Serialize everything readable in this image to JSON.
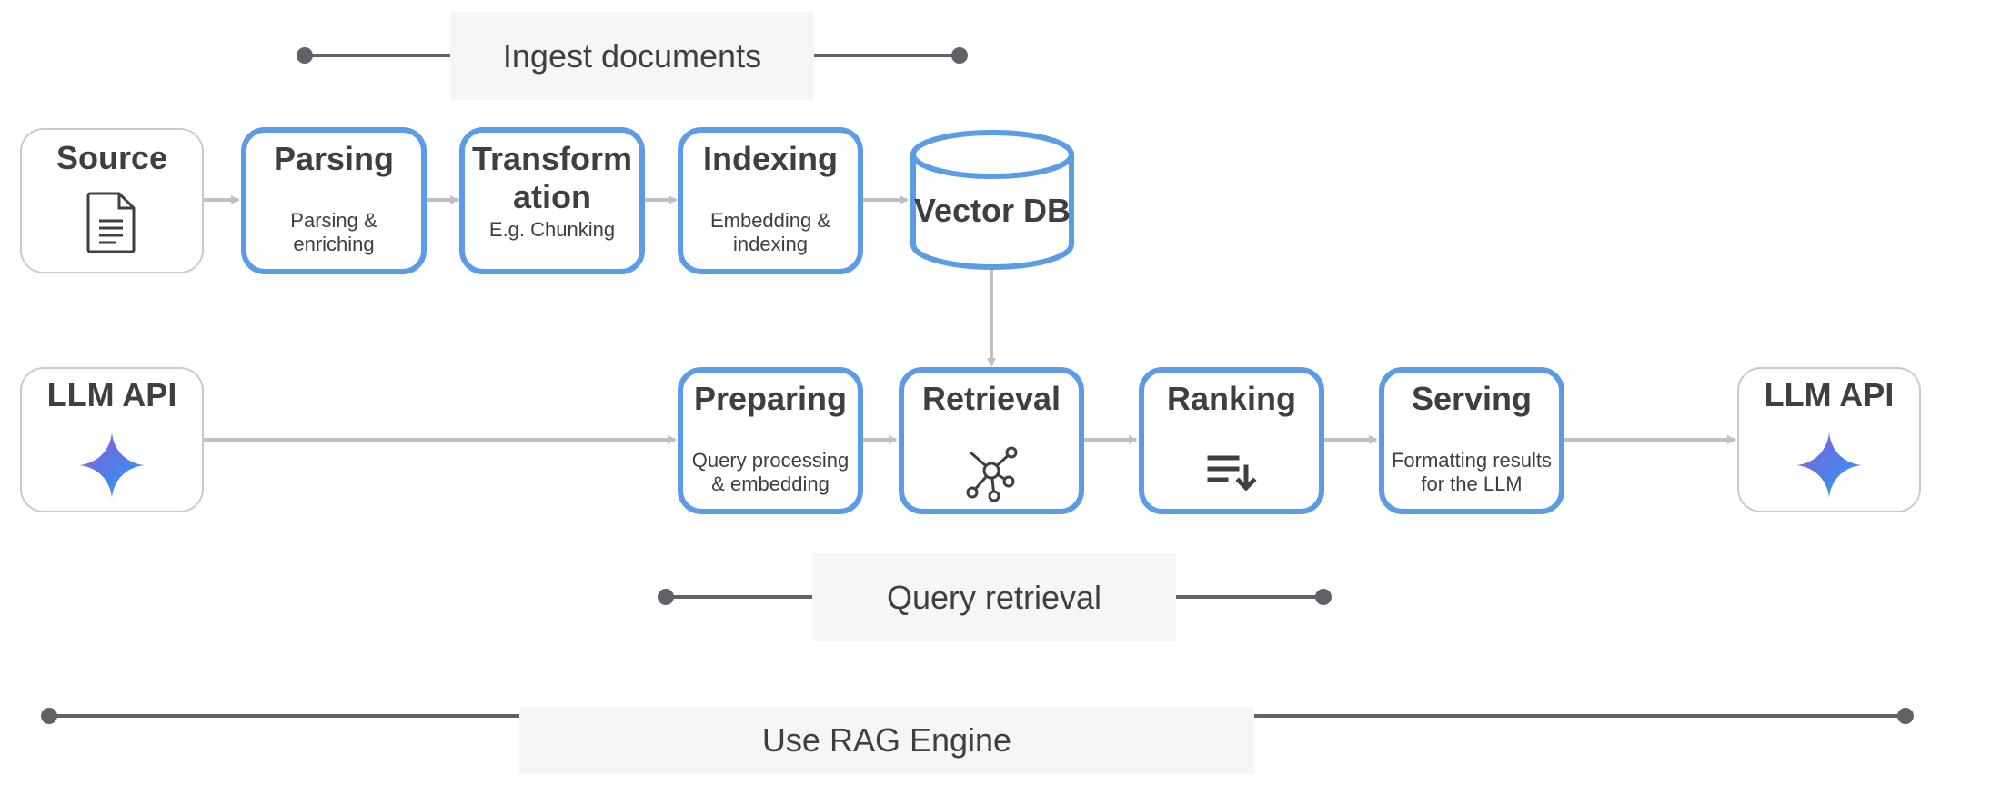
{
  "colors": {
    "node_border": "#5b9be8",
    "arrow": "#bdc1c6",
    "bracket": "#5f6368",
    "label_bg": "#f4f6f8"
  },
  "sections": {
    "ingest": "Ingest documents",
    "query": "Query retrieval",
    "use_rag": "Use RAG Engine"
  },
  "nodes": {
    "source": {
      "title": "Source",
      "icon": "document-icon"
    },
    "parsing": {
      "title": "Parsing",
      "sub1": "Parsing &",
      "sub2": "enriching"
    },
    "transformation": {
      "title1": "Transform",
      "title2": "ation",
      "sub": "E.g. Chunking"
    },
    "indexing": {
      "title": "Indexing",
      "sub1": "Embedding &",
      "sub2": "indexing"
    },
    "vector_db": {
      "title": "Vector DB"
    },
    "llm_in": {
      "title": "LLM API",
      "icon": "gemini-sparkle-icon"
    },
    "preparing": {
      "title": "Preparing",
      "sub1": "Query processing",
      "sub2": "& embedding"
    },
    "retrieval": {
      "title": "Retrieval",
      "icon": "network-icon"
    },
    "ranking": {
      "title": "Ranking",
      "icon": "sort-icon"
    },
    "serving": {
      "title": "Serving",
      "sub1": "Formatting results",
      "sub2": "for the LLM"
    },
    "llm_out": {
      "title": "LLM API",
      "icon": "gemini-sparkle-icon"
    }
  }
}
